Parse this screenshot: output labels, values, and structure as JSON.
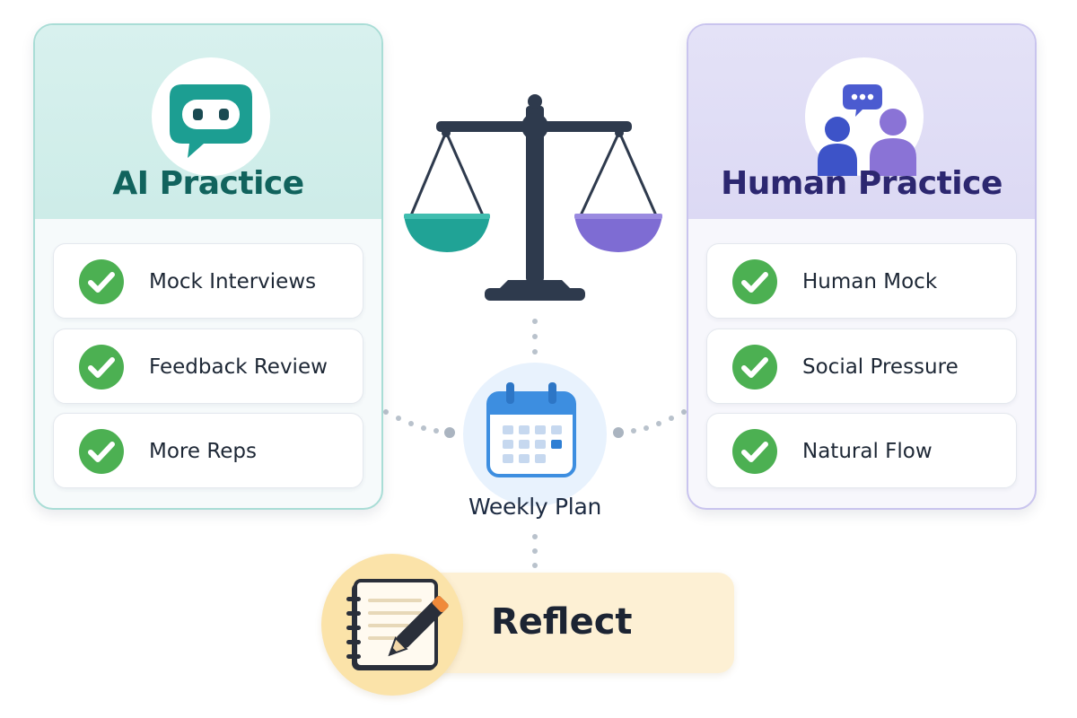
{
  "colors": {
    "ai_accent": "#1fa89a",
    "human_accent": "#7a68cf",
    "check_green": "#4cb052",
    "scale_dark": "#2e3a4d",
    "plan_blue": "#3d8ee0",
    "reflect_amber": "#f5c86a"
  },
  "ai_card": {
    "title": "AI Practice",
    "icon": "chat-bubble-bot-icon",
    "items": [
      {
        "label": "Mock Interviews",
        "icon": "check-circle-icon"
      },
      {
        "label": "Feedback Review",
        "icon": "check-circle-icon"
      },
      {
        "label": "More Reps",
        "icon": "check-circle-icon"
      }
    ]
  },
  "human_card": {
    "title": "Human Practice",
    "icon": "people-chat-icon",
    "items": [
      {
        "label": "Human Mock",
        "icon": "check-circle-icon"
      },
      {
        "label": "Social Pressure",
        "icon": "check-circle-icon"
      },
      {
        "label": "Natural Flow",
        "icon": "check-circle-icon"
      }
    ]
  },
  "center": {
    "scale_icon": "balance-scale-icon",
    "plan_icon": "calendar-icon",
    "plan_label": "Weekly Plan"
  },
  "reflect": {
    "label": "Reflect",
    "icon": "notebook-pencil-icon"
  }
}
